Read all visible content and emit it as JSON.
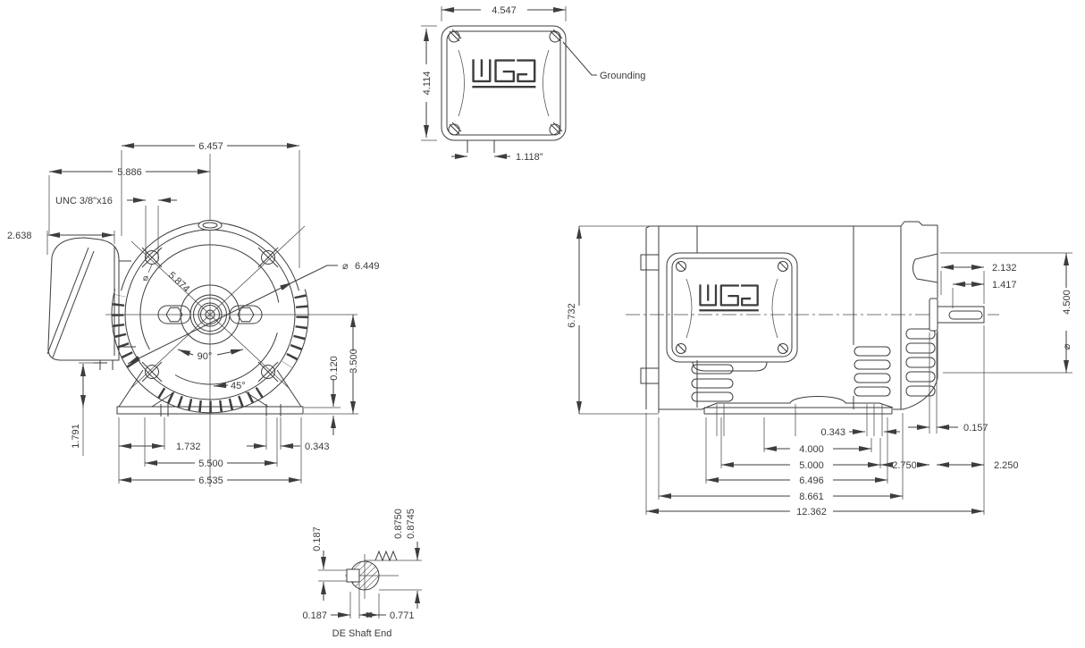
{
  "top_view": {
    "dim_width": "4.547",
    "dim_height": "4.114",
    "dim_conduit": "1.118\"",
    "grounding_label": "Grounding"
  },
  "front_view": {
    "dim_overall_width": "6.457",
    "dim_center": "5.886",
    "thread_callout": "UNC 3/8\"x16",
    "dim_box_depth": "2.638",
    "dia_symbol": "⌀",
    "small_dia_symbol": "⌀",
    "dim_frame_dia": "6.449",
    "dim_bolt_circle": "5.874",
    "angle_90": "90°",
    "angle_45": "45°",
    "dim_pad": "0.120",
    "dim_shaft_height": "3.500",
    "dim_box_drop": "1.791",
    "dim_slot_pos": "1.732",
    "dim_slot_width": "0.343",
    "dim_foot_span": "5.500",
    "dim_base_width": "6.535"
  },
  "side_view": {
    "dim_height": "6.732",
    "dim_shaft_ext": "2.132",
    "dim_key_len": "1.417",
    "dia_symbol": "⌀",
    "dim_opening_dia": "4.500",
    "dim_lip": "0.157",
    "dim_slot_width": "0.343",
    "dim_foot_hole": "4.000",
    "dim_foot_slot": "5.000",
    "dim_b": "2.750",
    "dim_shaft_len": "2.250",
    "dim_feet_len": "6.496",
    "dim_body_len": "8.661",
    "dim_total_len": "12.362"
  },
  "shaft_detail": {
    "dim_key_height": "0.187",
    "dim_dia_upper": "0.8750",
    "dim_dia_lower": "0.8745",
    "dim_key_width": "0.187",
    "dim_flat": "0.771",
    "caption": "DE Shaft End"
  }
}
